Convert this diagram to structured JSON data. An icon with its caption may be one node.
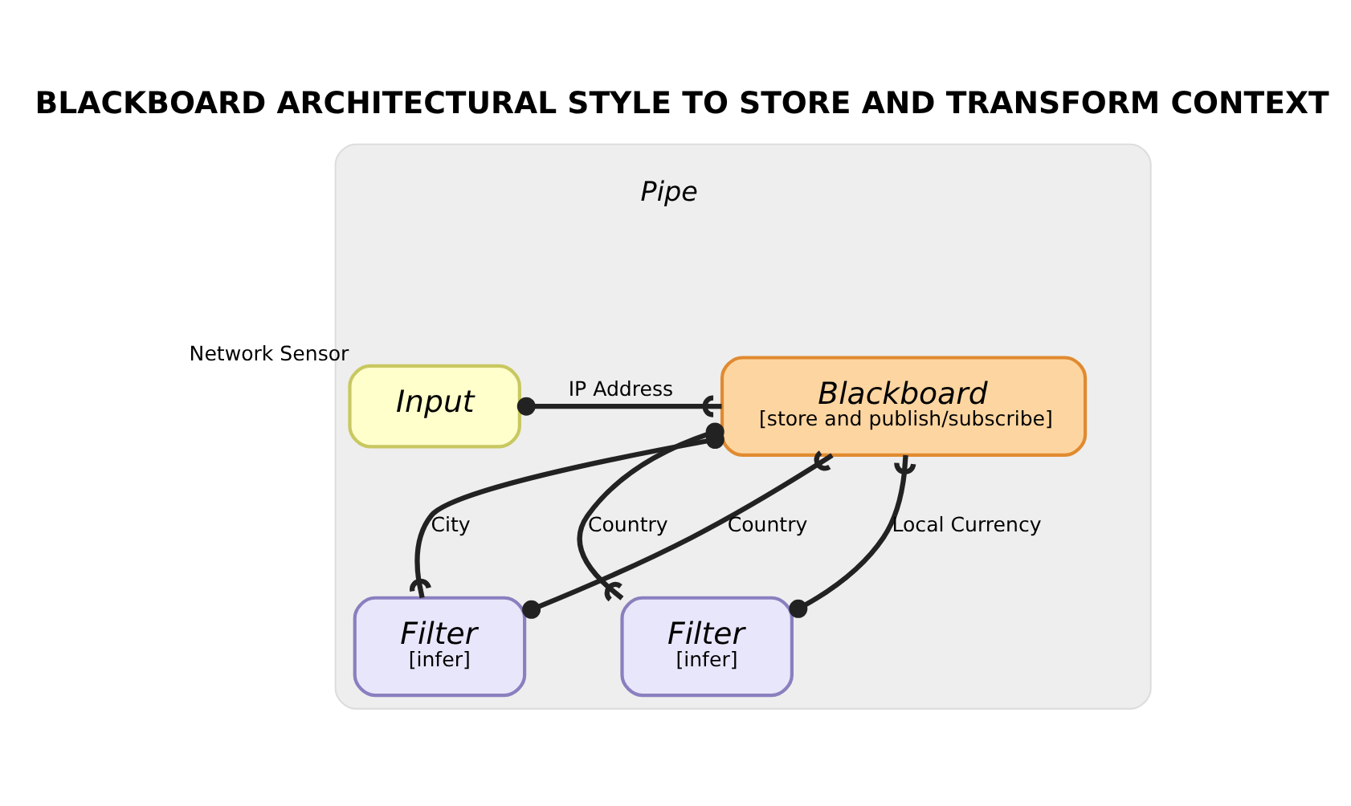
{
  "diagram": {
    "title": "BLACKBOARD ARCHITECTURAL STYLE TO STORE AND TRANSFORM CONTEXT",
    "nodes": [
      {
        "text": [],
        "shape": "box"
      },
      {
        "text": [
          "Input"
        ],
        "in": 0,
        "beside": [
          "Network Sensor"
        ]
      },
      {
        "text": [
          "Blackboard",
          "[store and publish/subscribe]"
        ],
        "in": 0
      },
      {
        "text": [
          "Filter",
          "[infer]"
        ],
        "in": 0
      },
      {
        "text": [
          "Filter",
          "[infer]"
        ],
        "in": 0
      }
    ],
    "edges": [
      {
        "from": 1,
        "to": 2,
        "arrow": "other",
        "label": "IP Address"
      },
      {
        "from": 2,
        "to": 3,
        "arrow": "other",
        "label": "City"
      },
      {
        "from": 3,
        "to": 2,
        "arrow": "other",
        "label": "Country"
      },
      {
        "from": 2,
        "to": 4,
        "arrow": "other",
        "label": "Country"
      },
      {
        "from": 4,
        "to": 2,
        "arrow": "other",
        "label": "Local Currency"
      }
    ],
    "labels": [
      "Pipe"
    ]
  }
}
